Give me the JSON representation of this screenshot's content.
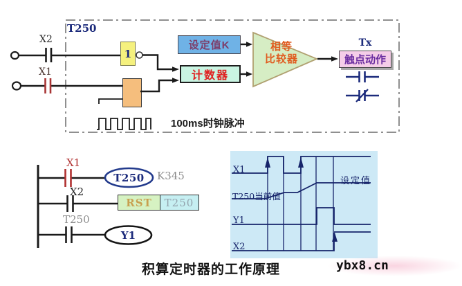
{
  "block_diagram": {
    "frame_label": "T250",
    "x2_input_label": "X2",
    "x1_input_label": "X1",
    "not_gate_label": "1",
    "set_value_label": "设定值K",
    "counter_label": "计数器",
    "comparator_line1": "相等",
    "comparator_line2": "比较器",
    "clock_label": "100ms时钟脉冲",
    "tx_label": "Tx",
    "contact_action_label": "触点动作"
  },
  "ladder_diagram": {
    "rung1_contact_label": "X1",
    "rung1_coil_label": "T250",
    "rung1_constant_label": "K345",
    "rung2_contact_label": "X2",
    "rung2_instruction_label": "RST",
    "rung2_operand_label": "T250",
    "rung3_contact_label": "T250",
    "rung3_coil_label": "Y1"
  },
  "timing_diagram": {
    "x1_label": "X1",
    "current_value_label": "T250当前值",
    "set_value_label": "设定值",
    "y1_label": "Y1",
    "x2_label": "X2"
  },
  "caption": "积算定时器的工作原理",
  "watermark": "ybx8.cn",
  "colors": {
    "set_value_box_fill": "#6fb2e6",
    "counter_box_fill": "#c9f4e2",
    "counter_text": "#e02020",
    "comparator_fill": "#d6edc4",
    "comparator_text": "#e05c20",
    "contact_action_fill": "#f5cde8",
    "not_gate_fill": "#f5f17e",
    "pulse_gen_fill": "#f5be7d",
    "rst_box_fill": "#d6f2c2",
    "t250_operand_box_fill": "#c6eff2",
    "timing_panel_fill": "#cde9f6",
    "navy": "#1b2a7b",
    "contact_red": "#a83535"
  }
}
